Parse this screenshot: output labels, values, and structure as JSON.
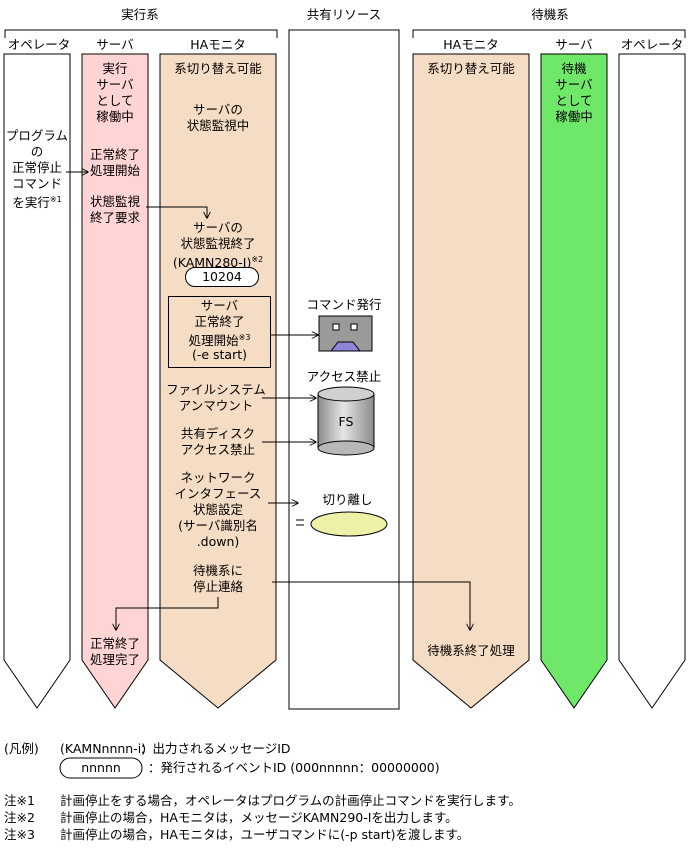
{
  "groups": {
    "active": "実行系",
    "shared": "共有リソース",
    "standby": "待機系"
  },
  "columns": {
    "active_operator": "オペレータ",
    "active_server": "サーバ",
    "active_ha": "HAモニタ",
    "standby_ha": "HAモニタ",
    "standby_server": "サーバ",
    "standby_operator": "オペレータ"
  },
  "operator": {
    "command": "プログラム\nの\n正常停止\nコマンド\nを実行",
    "note_mark": "※1"
  },
  "server": {
    "running": "実行\nサーバ\nとして\n稼働中",
    "normal_end_start": "正常終了\n処理開始",
    "monitor_end_request": "状態監視\n終了要求",
    "normal_end_done": "正常終了\n処理完了"
  },
  "ha": {
    "switchable": "系切り替え可能",
    "monitoring": "サーバの\n状態監視中",
    "monitor_end": "サーバの\n状態監視終了\n(KAMN280-I)",
    "monitor_end_mark": "※2",
    "event_id": "10204",
    "normal_end_box_1": "サーバ\n正常終了\n処理開始",
    "normal_end_box_mark": "※3",
    "normal_end_box_2": "(-e start)",
    "unmount": "ファイルシステム\nアンマウント",
    "disk_block": "共有ディスク\nアクセス禁止",
    "nic": "ネットワーク\nインタフェース\n状態設定\n(サーバ識別名\n.down)",
    "notify": "待機系に\n停止連絡"
  },
  "shared": {
    "command_issue": "コマンド発行",
    "access_block": "アクセス禁止",
    "fs_label": "FS",
    "detach": "切り離し"
  },
  "standby": {
    "switchable": "系切り替え可能",
    "server_running": "待機\nサーバ\nとして\n稼働中",
    "end_process": "待機系終了処理"
  },
  "legend": {
    "title": "(凡例)",
    "msg_code": "(KAMNnnnn-i)",
    "msg_desc": "：出力されるメッセージID",
    "event_sample": "nnnnn",
    "event_desc": "：発行されるイベントID (000nnnnn：00000000)"
  },
  "notes": [
    {
      "mark": "注※1",
      "text": "計画停止をする場合，オペレータはプログラムの計画停止コマンドを実行します。"
    },
    {
      "mark": "注※2",
      "text": "計画停止の場合，HAモニタは，メッセージKAMN290-Iを出力します。"
    },
    {
      "mark": "注※3",
      "text": "計画停止の場合，HAモニタは，ユーザコマンドに(-p start)を渡します。"
    }
  ],
  "colors": {
    "server_active": "#ffd4d4",
    "ha_monitor": "#f5dcc4",
    "server_standby": "#6fe86a",
    "device": "#9a9a9a"
  }
}
